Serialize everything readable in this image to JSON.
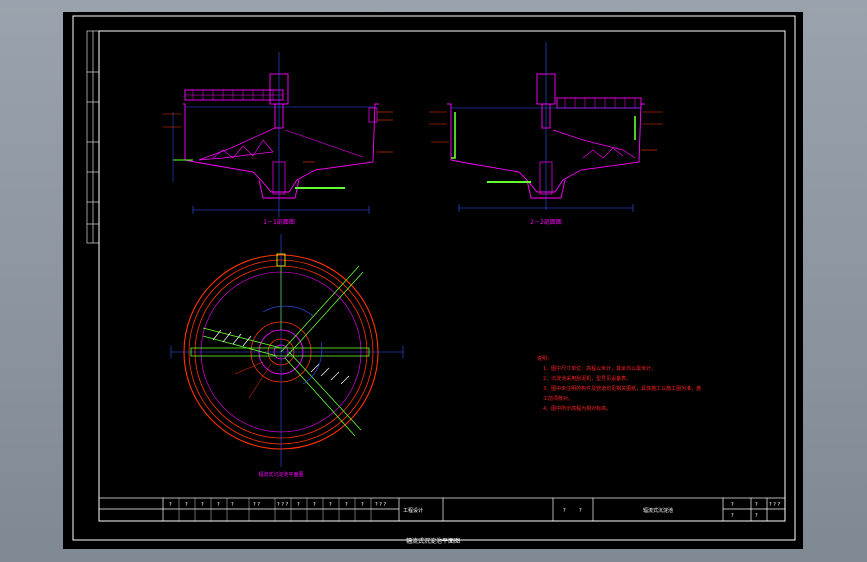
{
  "views": {
    "section_1": {
      "title": "1－1剖面图"
    },
    "section_2": {
      "title": "2－2剖面图"
    },
    "plan": {
      "title": "辐流式沉淀池平面图"
    }
  },
  "notes": {
    "heading": "说明：",
    "lines": [
      "1、图中尺寸单位：高程以米计，其余均以毫米计。",
      "2、沉淀池采用刮泥机，型号见设备表。",
      "3、图中未注明的构件及管道均见相关图纸，具体施工以施工图为准，施",
      "   工前须核对。",
      "4、图中所示高程为相对标高。"
    ]
  },
  "title_block": {
    "drawing_name": "辐流式沉淀池",
    "design_label": "工程设计",
    "scale_label": "?",
    "sheet_label": "?",
    "number_cells": [
      "?",
      "?",
      "?",
      "?",
      "?",
      "? ?",
      "? ? ?",
      "?",
      "?",
      "?",
      "?",
      "?",
      "? ? ?"
    ],
    "right_top": [
      "?",
      "?",
      "? ? ?"
    ],
    "right_bottom": [
      "?",
      "?"
    ]
  },
  "caption": "辐流式沉淀池平面图",
  "colors": {
    "background": "#000000",
    "border": "#ffffff",
    "structure": "#ff00ff",
    "ring": "#ff3300",
    "green": "#66ff33",
    "blue": "#3355ff",
    "notes": "#ff2222"
  }
}
